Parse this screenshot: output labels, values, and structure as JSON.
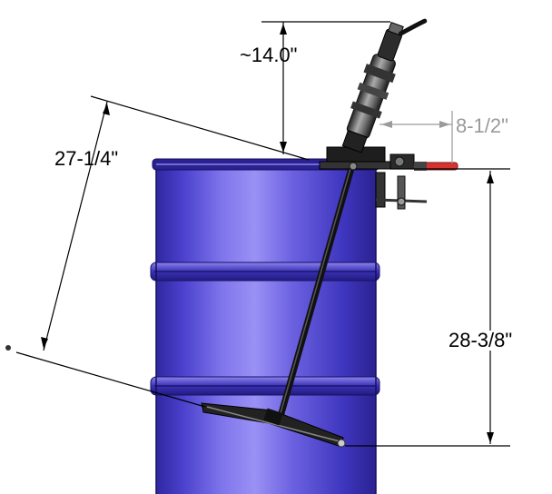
{
  "dimensions": {
    "pump_height": "~14.0\"",
    "mount_offset": "8-1/2\"",
    "diagonal_length": "27-1/4\"",
    "drum_height": "28-3/8\""
  },
  "colors": {
    "drum_body": "#5b4fd6",
    "drum_dark": "#2b2490",
    "drum_light": "#8c83ee",
    "metal_dark": "#1c1c1c",
    "metal_gray": "#7a7a7a",
    "handle_red": "#d8322f",
    "dimension_line": "#000000",
    "dimension_gray": "#9a9a9a"
  }
}
